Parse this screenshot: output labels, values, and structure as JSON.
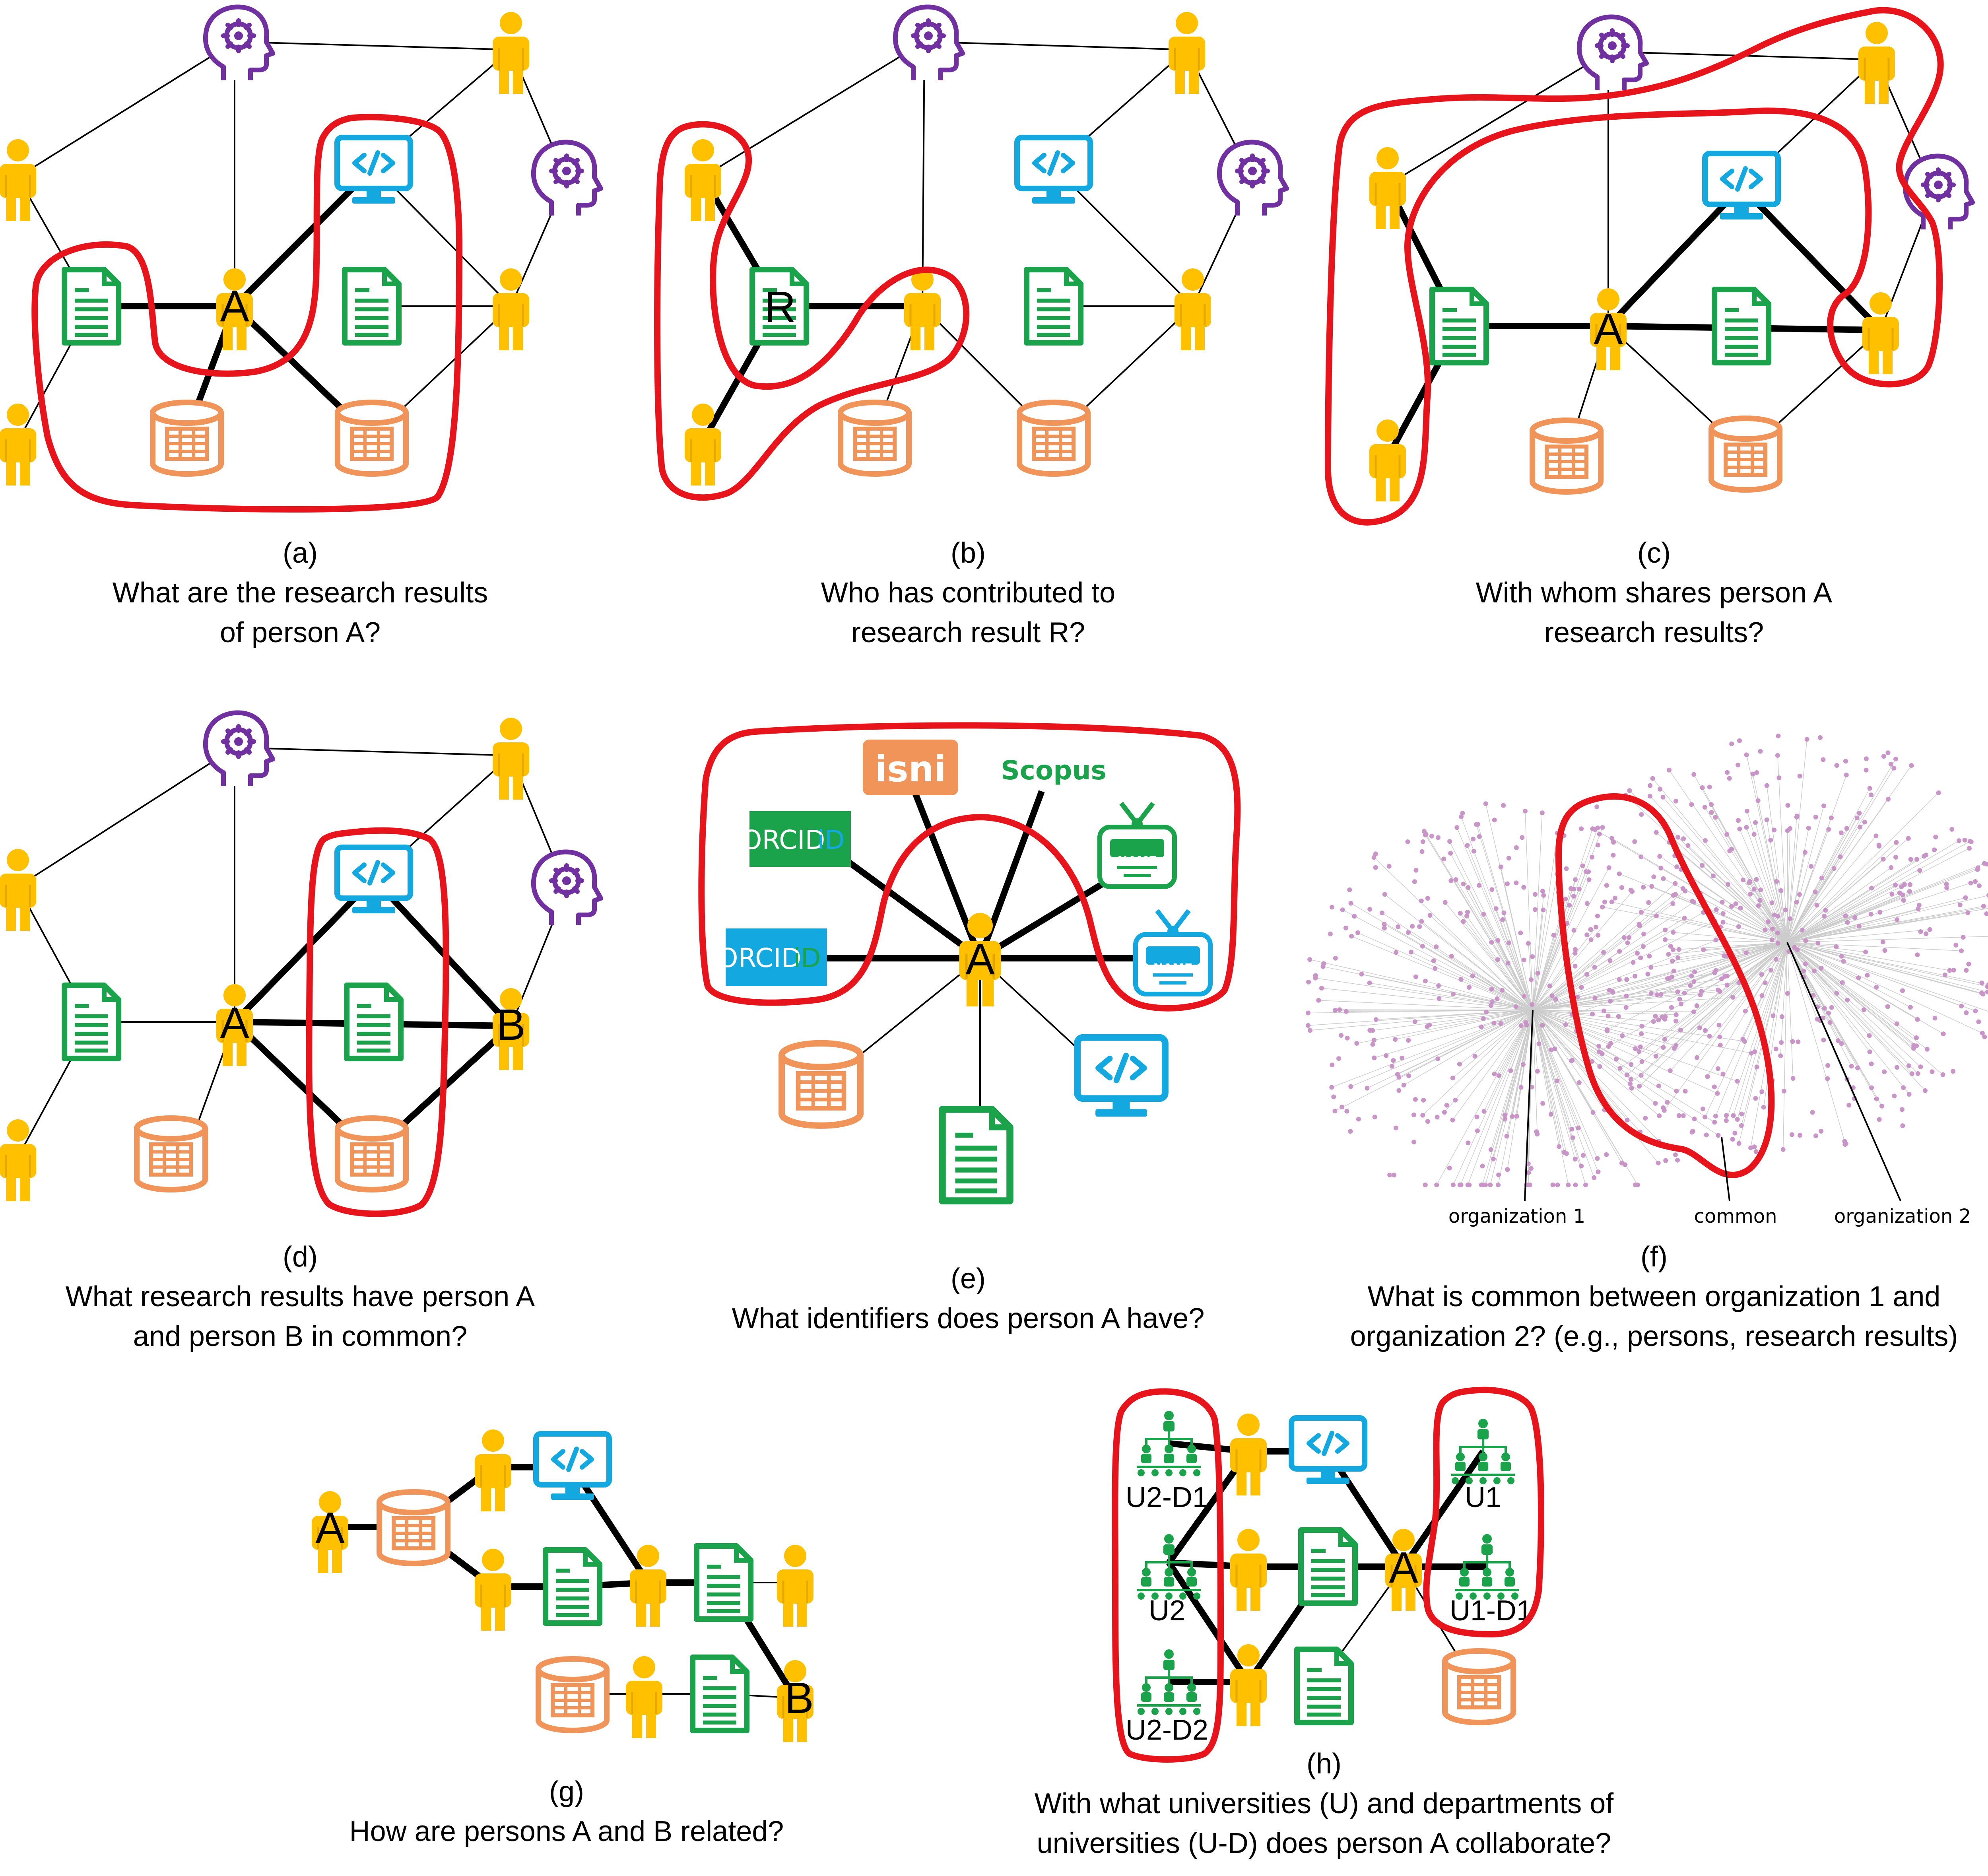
{
  "panels": [
    {
      "id": "a",
      "letter": "(a)",
      "question": [
        "What are the research results",
        "of person A?"
      ],
      "node_label": "A"
    },
    {
      "id": "b",
      "letter": "(b)",
      "question": [
        "Who has contributed to",
        "research result R?"
      ],
      "node_label": "R"
    },
    {
      "id": "c",
      "letter": "(c)",
      "question": [
        "With whom shares person A",
        "research results?"
      ],
      "node_label": "A"
    },
    {
      "id": "d",
      "letter": "(d)",
      "question": [
        "What research results have person A",
        "and person B in common?"
      ],
      "node_label": "A",
      "node_label_2": "B"
    },
    {
      "id": "e",
      "letter": "(e)",
      "question": [
        "What identifiers does person A have?"
      ],
      "node_label": "A"
    },
    {
      "id": "f",
      "letter": "(f)",
      "question": [
        "What is common between organization 1 and",
        "organization 2? (e.g., persons, research results)"
      ]
    },
    {
      "id": "g",
      "letter": "(g)",
      "question": [
        "How are persons A and B related?"
      ],
      "node_label": "A",
      "node_label_2": "B"
    },
    {
      "id": "h",
      "letter": "(h)",
      "question": [
        "With what universities (U) and departments of",
        "universities (U-D) does person A collaborate?"
      ],
      "node_label": "A"
    }
  ],
  "identifiers": {
    "isni": "isni",
    "scopus": "Scopus",
    "orcid": "ORCID",
    "orcid_id": "iD",
    "name_badge": "NAME"
  },
  "network_labels": {
    "org1": "organization 1",
    "common": "common",
    "org2": "organization 2"
  },
  "org_labels": {
    "u2d1": "U2-D1",
    "u2": "U2",
    "u2d2": "U2-D2",
    "u1": "U1",
    "u1d1": "U1-D1"
  },
  "colors": {
    "person": "#ffc000",
    "document": "#1aa34a",
    "software": "#13a8e0",
    "dataset": "#f0945a",
    "expert": "#7030a0",
    "highlight": "#e8141b",
    "isni": "#f0945a",
    "orcid_green": "#1aa34a",
    "orcid_blue": "#13a8e0",
    "network_node": "#c994c7",
    "network_edge": "#cccccc"
  }
}
